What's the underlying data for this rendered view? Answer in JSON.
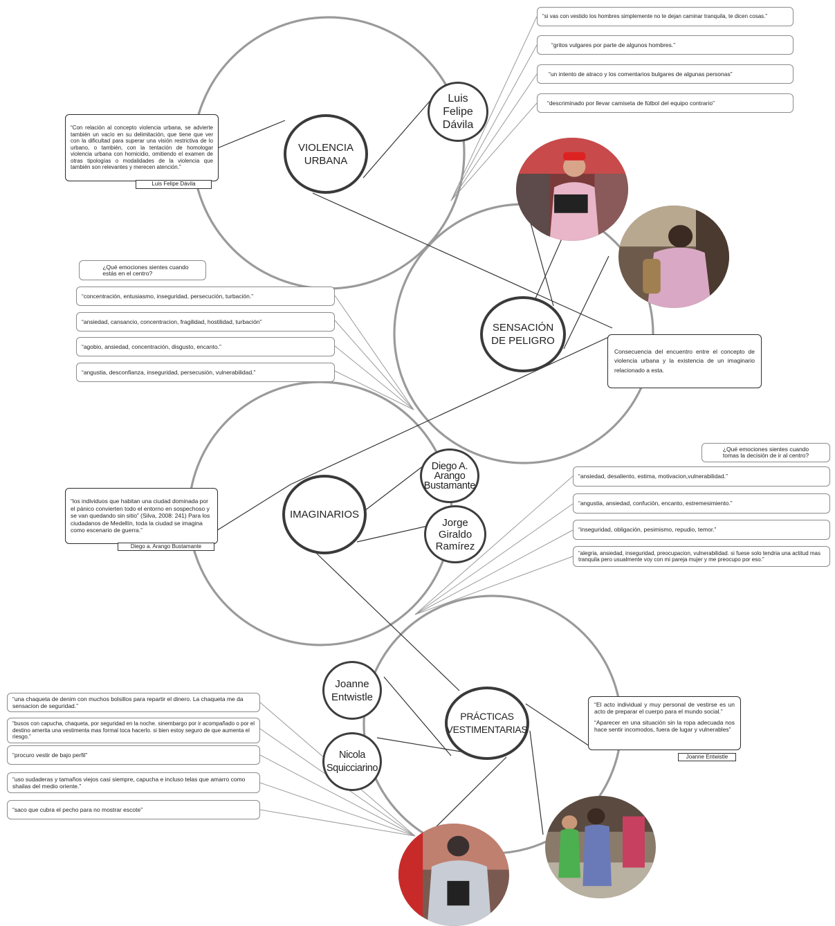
{
  "nodes": {
    "violencia_urbana": "VIOLENCIA\nURBANA",
    "sensacion_peligro": "SENSACIÓN\nDE PELIGRO",
    "imaginarios": "IMAGINARIOS",
    "practicas": "PRÁCTICAS\nVESTIMENTARIAS"
  },
  "authors": {
    "luis": "Luis\nFelipe\nDávila",
    "diego": "Diego A.\nArango\nBustamante",
    "jorge": "Jorge\nGiraldo\nRamírez",
    "joanne": "Joanne\nEntwistle",
    "nicola": "Nicola\nSquicciarino"
  },
  "quotes_top": [
    "“si vas con vestido los hombres simplemente no te dejan caminar tranquila, te dicen cosas.”",
    "“gritos vulgares por parte de algunos hombres.”",
    "“un intento de atraco y los comentarios bulgares de algunas personas”",
    "“descriminado por llevar camiseta de fútbol del equipo contrario”"
  ],
  "luis_quote": "“Con relación al concepto violencia urbana, se advierte también un vacío en su delimitación, que tiene que ver con la dificultad para superar una visión restrictiva de lo urbano, o también, con la tentación de homologar violencia urbana con homicidio, omitiendo el examen de otras tipologías o modalidades de la violencia que también son relevantes y merecen atención.”",
  "luis_tag": "Luis Felipe Dávila",
  "question_center": "¿Qué emociones sientes cuando\nestás en el centro?",
  "emotions_center": [
    "“concentración, entusiasmo, inseguridad, persecución, turbación.”",
    "“ansiedad, cansancio, concentracion, fragilidad, hostilidad, turbación”",
    "“agobio, ansiedad, concentración, disgusto, encanto.”",
    "“angustia, desconfianza, inseguridad, persecusión, vulnerabilidad.”"
  ],
  "consequence": "Consecuencia del encuentro entre el concepto de violencia urbana y la existencia de un imaginario relacionado a esta.",
  "question_decision": "¿Qué emociones sientes cuando\ntomas la decisión de ir al centro?",
  "emotions_decision": [
    "“ansiedad, desaliento, estima, motivacion,vulnerabilidad.”",
    "“angustia, ansiedad, confución, encanto, estremesimiento.”",
    "“inseguridad, obligación, pesimismo, repudio, temor.”",
    "“alegria, ansiedad, inseguridad, preocupacion, vulnerabilidad. si fuese solo tendria una actitud mas tranquila pero usualmente voy con mi pareja mujer y me preocupo por eso.”"
  ],
  "diego_quote": "“los individuos que habitan una ciudad dominada por el pánico convierten todo el entorno en sospechoso y se van quedando sin sitio” (Silva, 2008: 241) Para los ciudadanos de Medellín, toda la ciudad se imagina como escenario de guerra.”",
  "diego_tag": "Diego a. Arango Bustamante",
  "clothing_quotes": [
    "“una chaqueta de denim con muchos bolsillos para repartir el dinero. La chaqueta me da sensacion de seguridad.”",
    "“busos con capucha, chaqueta, por seguridad en la noche. sinembargo por ir acompañado o por el destino amerita una vestimenta mas formal toca hacerlo. si bien estoy seguro de que aumenta el riesgo.”",
    "“procuro vestir de bajo perfil”",
    "“uso sudaderas y tamaños viejos casi siempre, capucha e incluso telas que amarro como shailas del medio oriente.”",
    "“saco que cubra el pecho para no mostrar escote”"
  ],
  "joanne_quote_1": "“El acto individual y muy personal de vestirse es un acto de preparar el cuerpo para el mundo social.”",
  "joanne_quote_2": "“Aparecer en una situación sin la ropa adecuada nos hace sentir incomodos, fuera de lugar y vulnerables”",
  "joanne_tag": "Joanne Entwistle",
  "photos": [
    "man-red-cap-photo",
    "woman-pink-hoodie-photo",
    "man-backpack-photo",
    "street-crowd-photo"
  ]
}
